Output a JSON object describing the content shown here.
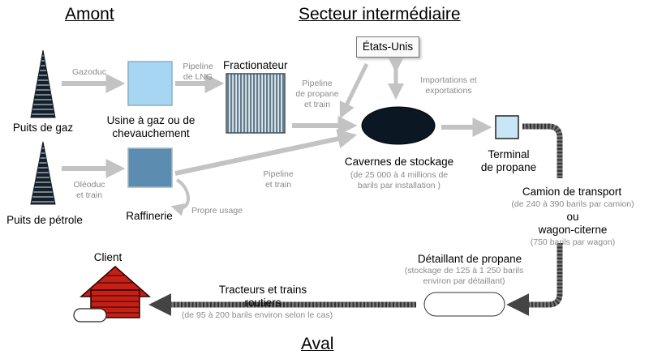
{
  "headers": {
    "upstream": "Amont",
    "midstream": "Secteur intermédiaire",
    "downstream": "Aval"
  },
  "nodes": {
    "gas_wells": "Puits de gaz",
    "oil_wells": "Puits de pétrole",
    "gas_plant_line1": "Usine à gaz ou de",
    "gas_plant_line2": "chevauchement",
    "refinery": "Raffinerie",
    "fractionator": "Fractionateur",
    "usa": "États-Unis",
    "storage_caverns": "Cavernes  de stockage",
    "storage_caverns_sub_line1": "(de 25 000 à 4 millions de",
    "storage_caverns_sub_line2": "barils par installation )",
    "propane_terminal_line1": "Terminal",
    "propane_terminal_line2": "de propane",
    "transport_truck": "Camion de transport",
    "transport_truck_sub": "(de 240 à 390 barils par camion)",
    "or": "ou",
    "tank_car": "wagon-citerne",
    "tank_car_sub": "(750 barils par wagon)",
    "propane_retailer": "Détaillant  de propane",
    "propane_retailer_sub_line1": "(stockage de 125 à 1 250 barils",
    "propane_retailer_sub_line2": "environ  par détaillant)",
    "road_tractors_line1": "Tracteurs  et trains",
    "road_tractors_line2": "routiers",
    "road_tractors_sub": "(de 95 à 200 barils environ  selon le cas)",
    "client": "Client"
  },
  "flow_labels": {
    "gas_pipeline": "Gazoduc",
    "oil_pipeline": "Oléoduc",
    "and_train": "et train",
    "lng_pipeline_line1": "Pipeline",
    "lng_pipeline_line2": "de LNG",
    "propane_pipeline_line1": "Pipeline",
    "propane_pipeline_line2": "de propane",
    "propane_pipeline_line3": "et train",
    "refinery_pipeline_line1": "Pipeline",
    "refinery_pipeline_line2": "et train",
    "own_use": "Propre usage",
    "imports_exports_line1": "Importations  et",
    "imports_exports_line2": "exportations"
  },
  "colors": {
    "arrow_gray": "#c3c3c3",
    "gas_plant_fill": "#a6d6f2",
    "refinery_fill": "#5c8db0",
    "terminal_fill": "#c9e6f7",
    "fractionator_stripe": "#6f8796",
    "cavern_fill": "#0b1824",
    "house_red": "#c42016",
    "derrick_dark": "#13202c",
    "sub_text_gray": "#8a8a8a"
  }
}
